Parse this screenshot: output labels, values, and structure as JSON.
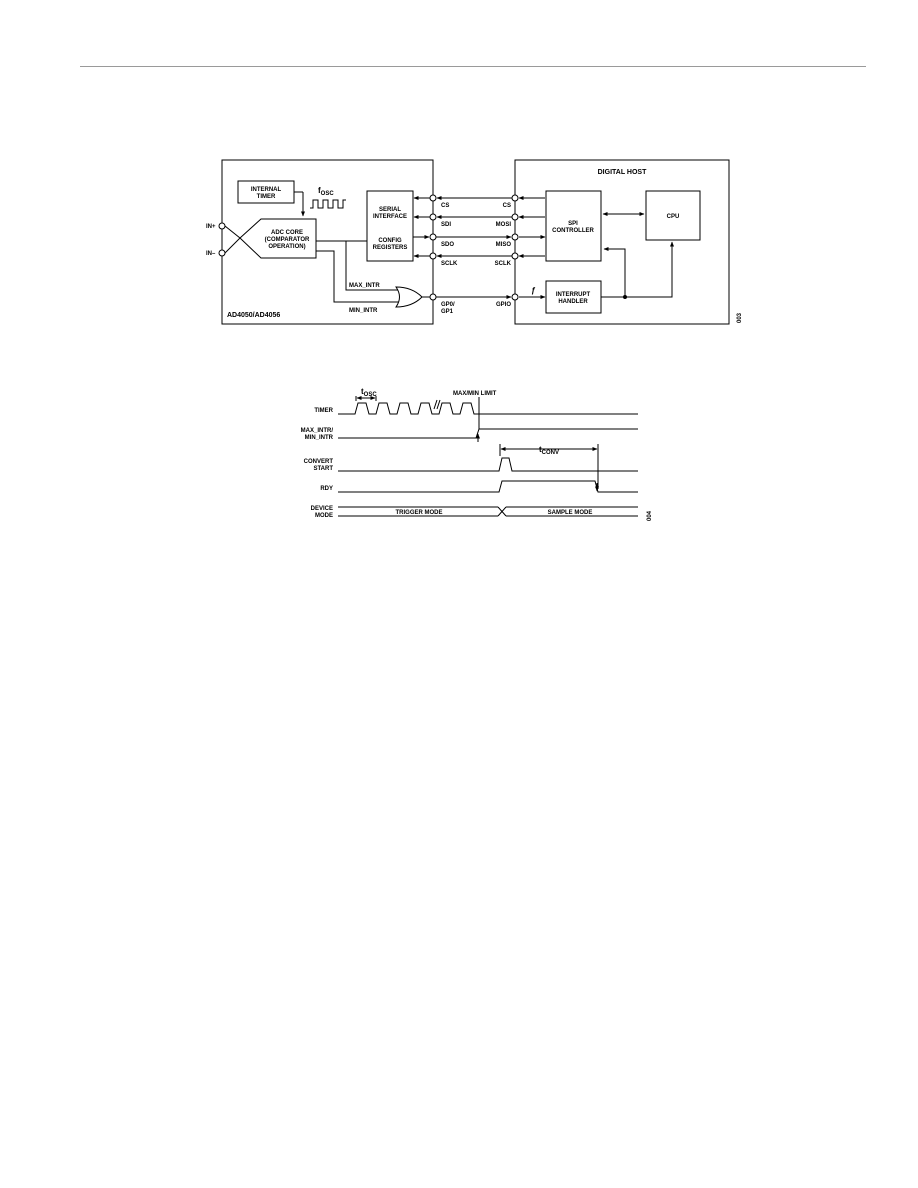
{
  "block_diagram": {
    "device_label": "AD4050/AD4056",
    "internal_timer": [
      "INTERNAL",
      "TIMER"
    ],
    "fosc_symbol": "f",
    "fosc_subscript": "OSC",
    "adc_core": [
      "ADC CORE",
      "(COMPARATOR",
      "OPERATION)"
    ],
    "in_plus": "IN+",
    "in_minus": "IN–",
    "serial_interface": [
      "SERIAL",
      "INTERFACE"
    ],
    "config_registers": [
      "CONFIG",
      "REGISTERS"
    ],
    "max_intr": "MAX_INTR",
    "min_intr": "MIN_INTR",
    "adc_pins": {
      "cs": "CS",
      "sdi": "SDI",
      "sdo": "SDO",
      "sclk": "SCLK",
      "gp": [
        "GP0/",
        "GP1"
      ]
    },
    "host_title": "DIGITAL HOST",
    "host_pins": {
      "cs": "CS",
      "mosi": "MOSI",
      "miso": "MISO",
      "sclk": "SCLK",
      "gpio": "GPIO"
    },
    "spi_controller": [
      "SPI",
      "CONTROLLER"
    ],
    "cpu": "CPU",
    "interrupt_handler": [
      "INTERRUPT",
      "HANDLER"
    ],
    "edge_symbol": "ƒ",
    "figure_id": "003"
  },
  "timing_diagram": {
    "tosc_symbol": "t",
    "tosc_subscript": "OSC",
    "limit_label": "MAX/MIN LIMIT",
    "break_mark": "//",
    "signals": {
      "timer": "TIMER",
      "intr": [
        "MAX_INTR/",
        "MIN_INTR"
      ],
      "convert": [
        "CONVERT",
        "START"
      ],
      "rdy": "RDY",
      "mode": [
        "DEVICE",
        "MODE"
      ]
    },
    "tconv_symbol": "t",
    "tconv_subscript": "CONV",
    "trigger_mode": "TRIGGER MODE",
    "sample_mode": "SAMPLE MODE",
    "figure_id": "004"
  }
}
